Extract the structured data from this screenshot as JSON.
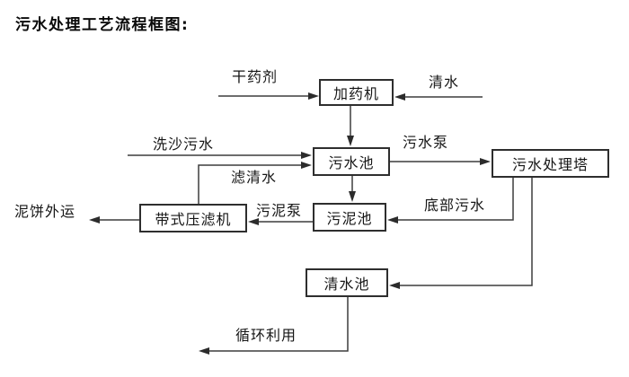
{
  "title": "污水处理工艺流程框图:",
  "diagram": {
    "nodes": {
      "dosing_machine": "加药机",
      "sewage_pool": "污水池",
      "treatment_tower": "污水处理塔",
      "sludge_pool": "污泥池",
      "belt_filter_press": "带式压滤机",
      "clean_water_pool": "清水池"
    },
    "labels": {
      "dry_chemical": "干药剂",
      "clean_water": "清水",
      "sand_washing_sewage": "洗沙污水",
      "filtered_water": "滤清水",
      "sewage_pump": "污水泵",
      "bottom_sewage": "底部污水",
      "sludge_pump": "污泥泵",
      "mud_cake_out": "泥饼外运",
      "recycle": "循环利用"
    },
    "edges": [
      {
        "from": "干药剂",
        "to": "加药机",
        "label": "干药剂"
      },
      {
        "from": "清水",
        "to": "加药机",
        "label": "清水"
      },
      {
        "from": "加药机",
        "to": "污水池",
        "label": ""
      },
      {
        "from": "洗沙污水",
        "to": "污水池",
        "label": "洗沙污水"
      },
      {
        "from": "带式压滤机",
        "to": "污水池",
        "label": "滤清水"
      },
      {
        "from": "污水池",
        "to": "污水处理塔",
        "label": "污水泵"
      },
      {
        "from": "污水池",
        "to": "污泥池",
        "label": ""
      },
      {
        "from": "污水处理塔",
        "to": "污泥池",
        "label": "底部污水"
      },
      {
        "from": "污泥池",
        "to": "带式压滤机",
        "label": "污泥泵"
      },
      {
        "from": "带式压滤机",
        "to": "泥饼外运",
        "label": "泥饼外运"
      },
      {
        "from": "污水处理塔",
        "to": "清水池",
        "label": ""
      },
      {
        "from": "清水池",
        "to": "循环利用",
        "label": "循环利用"
      }
    ],
    "colors": {
      "line": "#3d3d3d",
      "box_border": "#2e2e2e",
      "text": "#161616",
      "background": "#ffffff"
    }
  }
}
